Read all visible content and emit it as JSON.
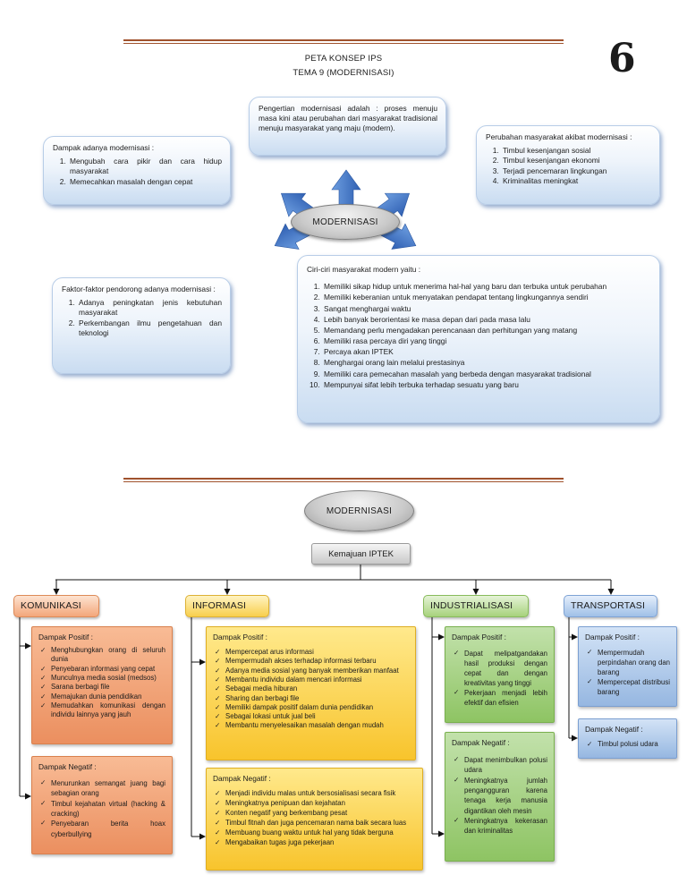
{
  "header": {
    "title": "PETA KONSEP IPS",
    "subtitle": "TEMA 9 (MODERNISASI)",
    "page_number": "6"
  },
  "upper_map": {
    "center": "MODERNISASI",
    "definition": "Pengertian modernisasi adalah : proses menuju masa kini atau perubahan dari masyarakat tradisional menuju masyarakat yang maju (modern).",
    "dampak": {
      "heading": "Dampak adanya modernisasi :",
      "items": [
        "Mengubah cara pikir dan cara hidup masyarakat",
        "Memecahkan masalah dengan cepat"
      ]
    },
    "perubahan": {
      "heading": "Perubahan masyarakat akibat modernisasi :",
      "items": [
        "Timbul kesenjangan sosial",
        "Timbul kesenjangan ekonomi",
        "Terjadi pencemaran lingkungan",
        "Kriminalitas meningkat"
      ]
    },
    "faktor": {
      "heading": "Faktor-faktor pendorong adanya modernisasi :",
      "items": [
        "Adanya peningkatan jenis kebutuhan masyarakat",
        "Perkembangan ilmu pengetahuan dan teknologi"
      ]
    },
    "ciri": {
      "heading": "Ciri-ciri masyarakat modern yaitu :",
      "items": [
        "Memiliki sikap hidup untuk menerima hal-hal yang baru dan terbuka untuk perubahan",
        "Memiliki keberanian untuk menyatakan pendapat tentang lingkungannya sendiri",
        "Sangat menghargai waktu",
        "Lebih banyak berorientasi ke masa depan dari pada masa lalu",
        "Memandang perlu mengadakan perencanaan dan perhitungan yang matang",
        "Memiliki rasa percaya diri yang tinggi",
        "Percaya akan IPTEK",
        "Menghargai orang lain melalui prestasinya",
        "Memiliki cara pemecahan masalah yang berbeda dengan masyarakat tradisional",
        "Mempunyai sifat lebih terbuka terhadap sesuatu yang baru"
      ]
    }
  },
  "lower_map": {
    "center": "MODERNISASI",
    "branch": "Kemajuan IPTEK",
    "categories": [
      {
        "label": "KOMUNIKASI",
        "positive": {
          "heading": "Dampak Positif :",
          "items": [
            "Menghubungkan orang di seluruh dunia",
            "Penyebaran informasi yang cepat",
            "Munculnya media sosial (medsos)",
            "Sarana berbagi file",
            "Memajukan dunia pendidikan",
            "Memudahkan komunikasi dengan individu lainnya yang jauh"
          ]
        },
        "negative": {
          "heading": "Dampak Negatif :",
          "items": [
            "Menurunkan semangat juang bagi sebagian orang",
            "Timbul kejahatan virtual (hacking & cracking)",
            "Penyebaran berita hoax cyberbullying"
          ]
        }
      },
      {
        "label": "INFORMASI",
        "positive": {
          "heading": "Dampak Positif :",
          "items": [
            "Mempercepat arus informasi",
            "Mempermudah akses terhadap informasi terbaru",
            "Adanya media sosial yang banyak memberikan manfaat",
            "Membantu individu dalam mencari informasi",
            "Sebagai media hiburan",
            "Sharing dan berbagi file",
            "Memiliki dampak positif dalam dunia pendidikan",
            "Sebagai lokasi untuk jual beli",
            "Membantu menyelesaikan masalah dengan mudah"
          ]
        },
        "negative": {
          "heading": "Dampak Negatif :",
          "items": [
            "Menjadi individu malas untuk bersosialisasi secara fisik",
            "Meningkatnya penipuan dan kejahatan",
            "Konten negatif yang berkembang pesat",
            "Timbul fitnah dan juga pencemaran nama baik secara luas",
            "Membuang buang waktu untuk hal yang tidak berguna",
            "Mengabaikan tugas juga pekerjaan"
          ]
        }
      },
      {
        "label": "INDUSTRIALISASI",
        "positive": {
          "heading": "Dampak Positif :",
          "items": [
            "Dapat melipatgandakan hasil produksi dengan cepat dan dengan kreativitas yang tinggi",
            "Pekerjaan menjadi lebih efektif dan efisien"
          ]
        },
        "negative": {
          "heading": "Dampak Negatif :",
          "items": [
            "Dapat menimbulkan polusi udara",
            "Meningkatnya jumlah pengangguran karena tenaga kerja manusia digantikan oleh mesin",
            "Meningkatnya kekerasan dan kriminalitas"
          ]
        }
      },
      {
        "label": "TRANSPORTASI",
        "positive": {
          "heading": "Dampak Positif :",
          "items": [
            "Mempermudah perpindahan orang dan barang",
            "Mempercepat distribusi barang"
          ]
        },
        "negative": {
          "heading": "Dampak Negatif :",
          "items": [
            "Timbul polusi udara"
          ]
        }
      }
    ]
  },
  "colors": {
    "rule": "#a0522d",
    "arrow": "#3d70c2",
    "komunikasi": "#f3a67a",
    "informasi": "#f8cf4c",
    "industrialisasi": "#a7d27c",
    "transportasi": "#9fc0e7",
    "top_box": "#c9dcf1"
  }
}
